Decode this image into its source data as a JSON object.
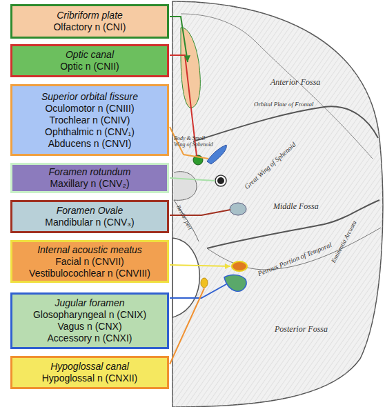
{
  "diagram": {
    "nodes": [
      {
        "text": [
          "Cribriform plate",
          "Olfactory n (CNI)"
        ]
      },
      {
        "text": [
          "Optic canal",
          "Optic n (CNII)"
        ]
      },
      {
        "text": [
          "Superior orbital fissure",
          "Oculomotor n (CNIII) Trochlear n (CNIV) Ophthalmic n (CNV₁) Abducens n (CNVI)"
        ]
      },
      {
        "text": [
          "Foramen rotundum",
          "Maxillary n (CNV₂)"
        ]
      },
      {
        "text": [
          "Foramen Ovale",
          "Mandibular n (CNV₃)"
        ]
      },
      {
        "text": [
          "Internal acoustic meatus",
          "Facial n (CNVII) Vestibulocochlear n (CNVIII)"
        ]
      },
      {
        "text": [
          "Jugular foramen",
          "Glosopharyngeal n (CNIX) Vagus n (CNX) Accessory n (CNXI)"
        ]
      },
      {
        "text": [
          "Hypoglossal canal",
          "Hypoglossal n (CNXII)"
        ]
      }
    ],
    "labels": [
      "Anterior Fossa",
      "Orbital Plate of Frontal",
      "Body & Small Wing of Sphenoid",
      "Great Wing of Sphenoid",
      "Middle Fossa",
      "Petrous Portion of Temporal",
      "Eminentia Arcuata",
      "Basilar part",
      "Posterior Fossa"
    ]
  }
}
